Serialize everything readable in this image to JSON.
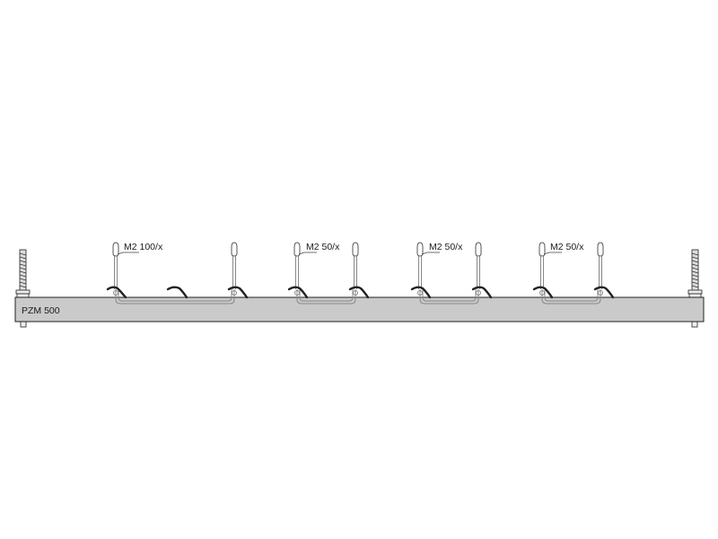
{
  "beam": {
    "label": "PZM 500",
    "fill": "#cacaca",
    "stroke": "#222222"
  },
  "brackets": [
    {
      "label": "M2 100/x",
      "wire": "#888888"
    },
    {
      "label": "M2 50/x",
      "wire": "#888888"
    },
    {
      "label": "M2 50/x",
      "wire": "#888888"
    },
    {
      "label": "M2 50/x",
      "wire": "#888888"
    }
  ],
  "colors": {
    "line": "#222222",
    "wire": "#888888",
    "background": "#ffffff"
  }
}
